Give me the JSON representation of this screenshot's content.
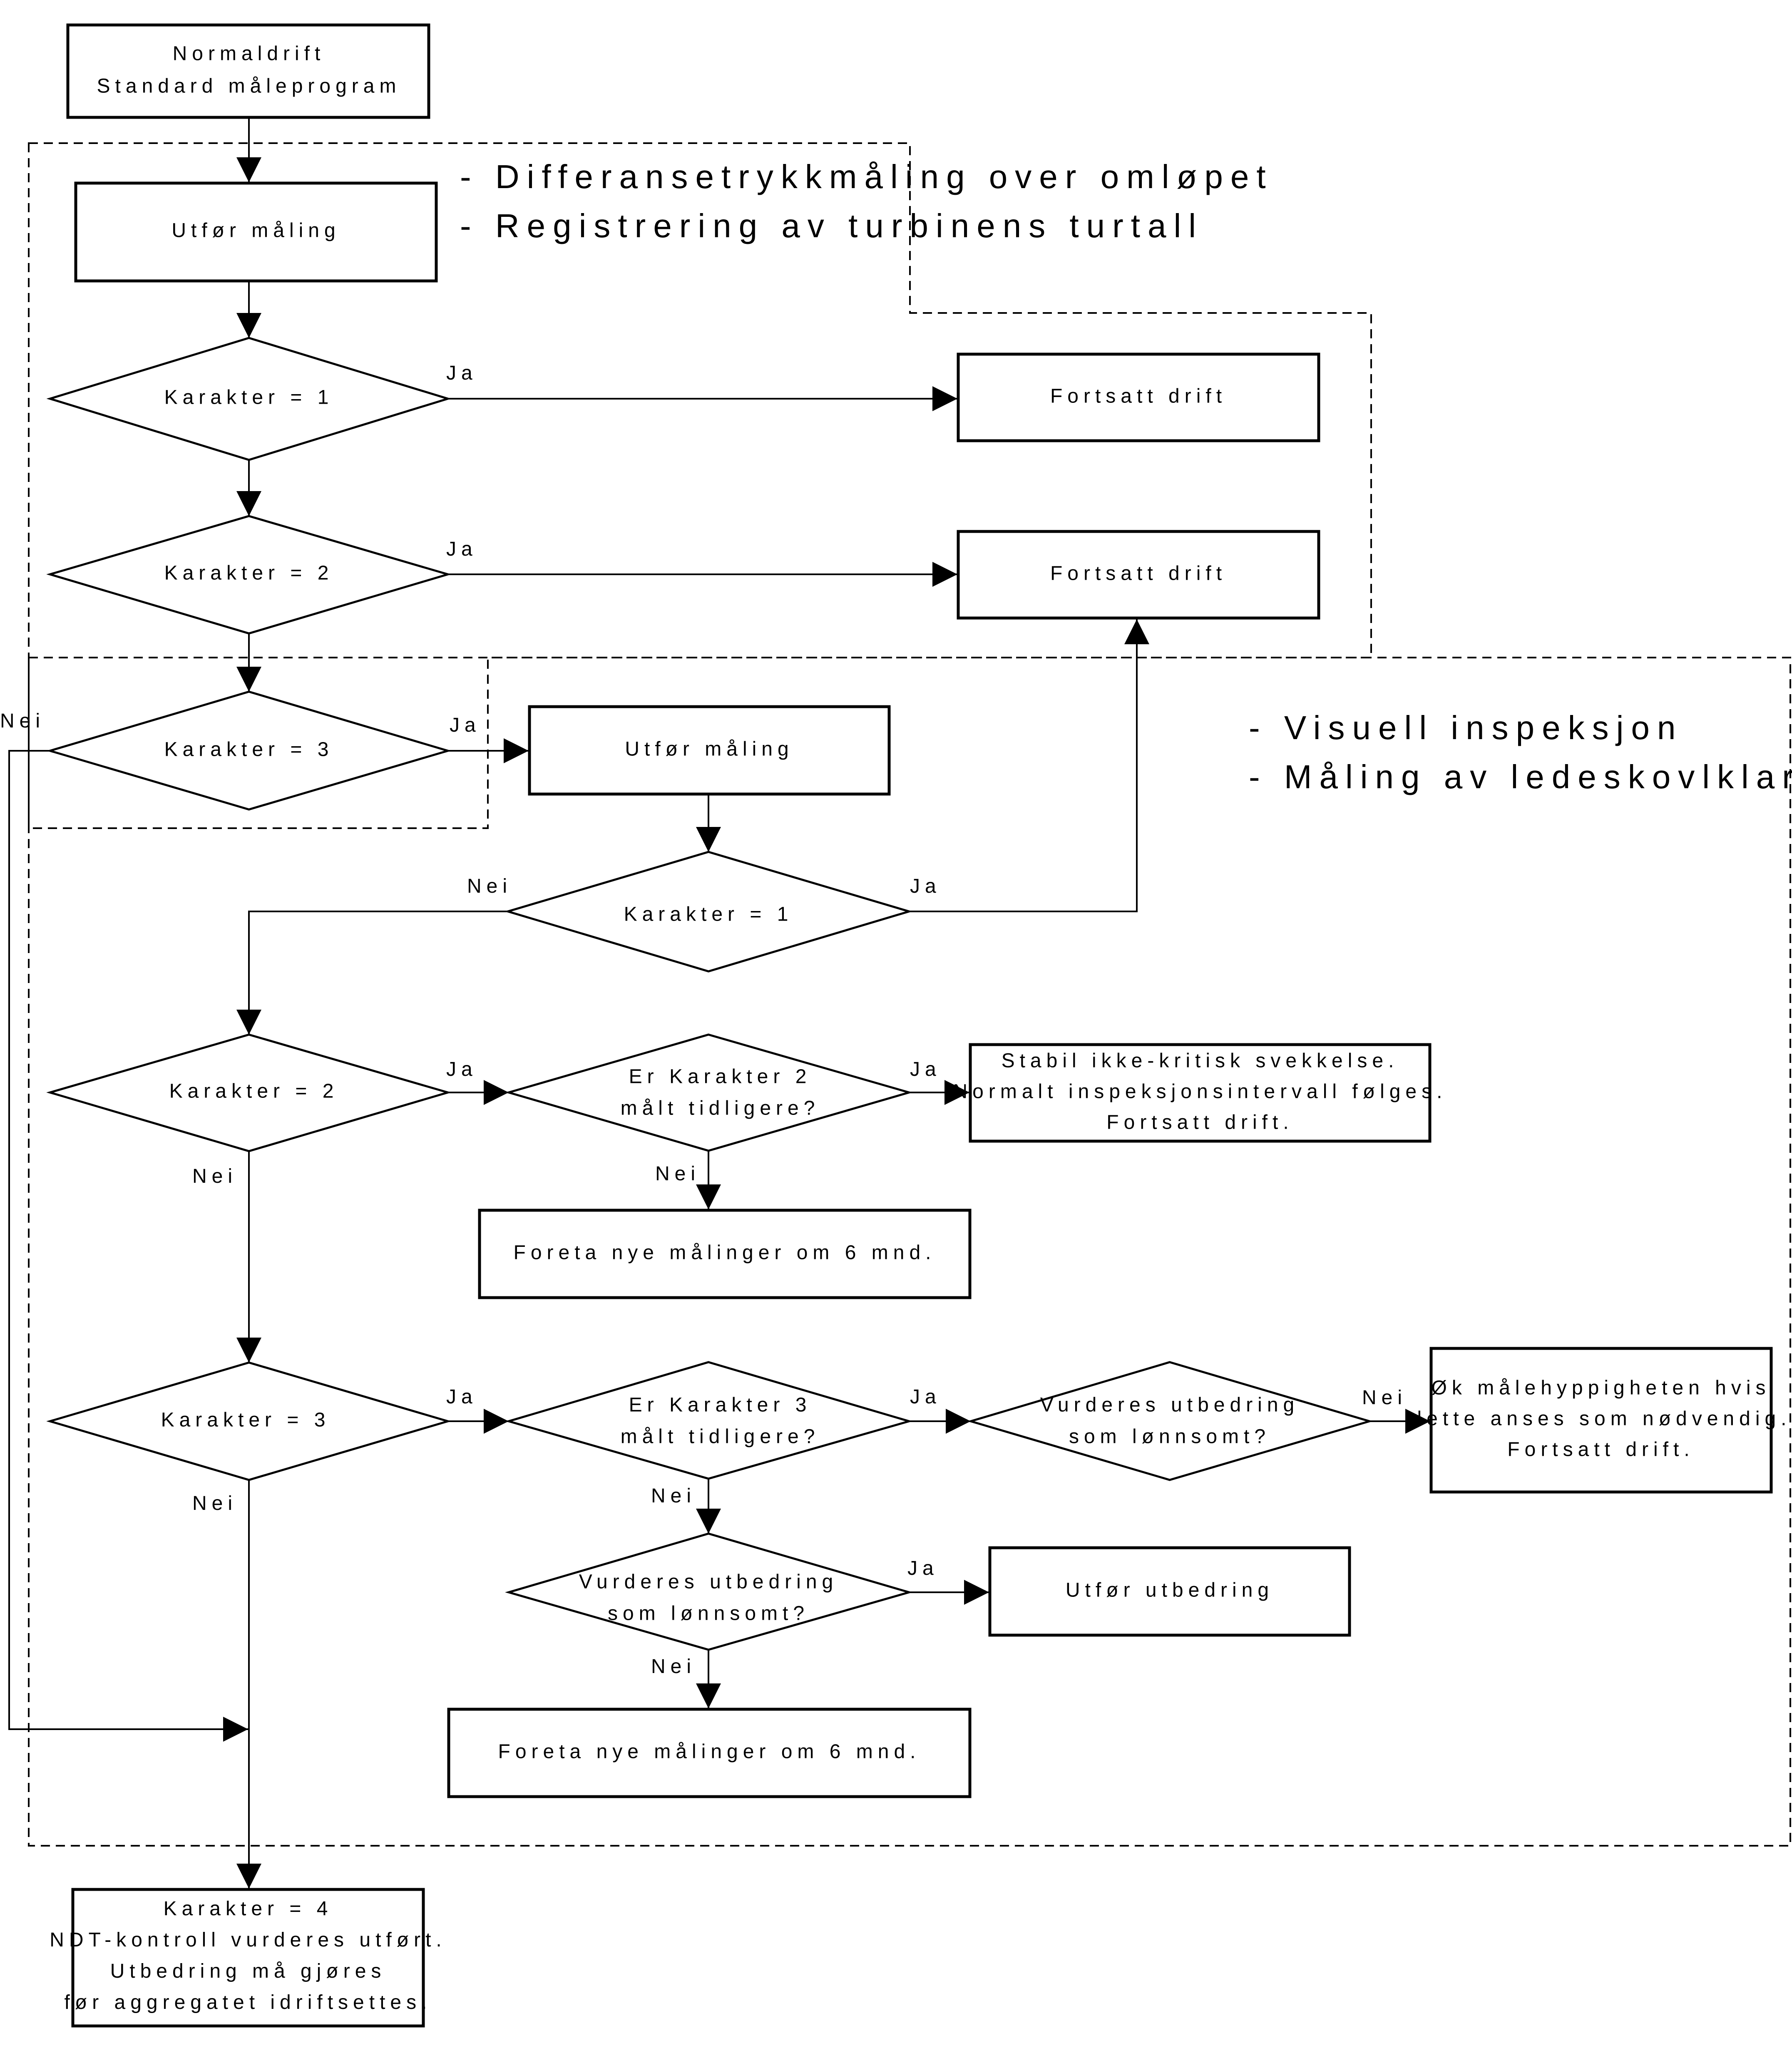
{
  "nodes": {
    "start": [
      "Normaldrift",
      "Standard måleprogram"
    ],
    "measure1": [
      "Utfør måling"
    ],
    "k1a": [
      "Karakter = 1"
    ],
    "cont1": [
      "Fortsatt drift"
    ],
    "k2a": [
      "Karakter = 2"
    ],
    "cont2": [
      "Fortsatt drift"
    ],
    "k3a": [
      "Karakter = 3"
    ],
    "measure2": [
      "Utfør måling"
    ],
    "k1b": [
      "Karakter = 1"
    ],
    "k2b": [
      "Karakter = 2"
    ],
    "k2prev": [
      "Er Karakter 2",
      "målt tidligere?"
    ],
    "stable": [
      "Stabil ikke-kritisk svekkelse.",
      "Normalt inspeksjonsintervall følges.",
      "Fortsatt drift."
    ],
    "new1": [
      "Foreta nye målinger om 6 mnd."
    ],
    "k3b": [
      "Karakter = 3"
    ],
    "k3prev": [
      "Er Karakter 3",
      "målt tidligere?"
    ],
    "profit1": [
      "Vurderes utbedring",
      "som lønnsomt?"
    ],
    "increase": [
      "Øk målehyppigheten hvis",
      "dette anses som nødvendig.",
      "Fortsatt drift."
    ],
    "profit2": [
      "Vurderes utbedring",
      "som lønnsomt?"
    ],
    "repair": [
      "Utfør utbedring"
    ],
    "new2": [
      "Foreta nye målinger om 6 mnd."
    ],
    "k4": [
      "Karakter = 4",
      "NDT-kontroll vurderes utført.",
      "Utbedring må gjøres",
      "før aggregatet idriftsettes."
    ]
  },
  "notes": {
    "stage1": [
      "- Differansetrykkmåling over omløpet",
      "- Registrering av turbinens turtall"
    ],
    "stage2": [
      "- Visuell inspeksjon",
      "- Måling av ledeskovlklaring"
    ]
  },
  "edge_labels": {
    "yes": "Ja",
    "no": "Nei"
  }
}
